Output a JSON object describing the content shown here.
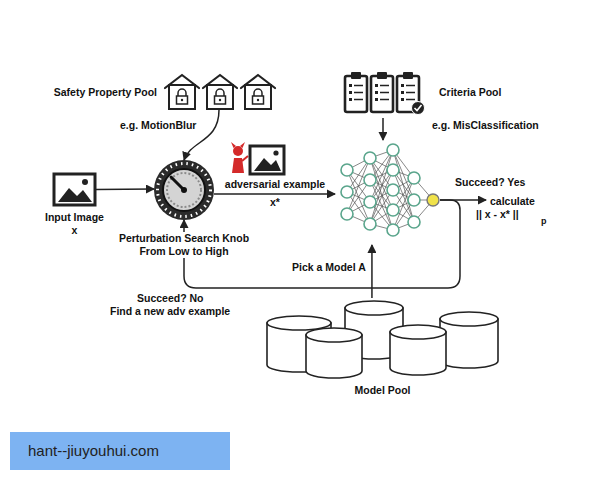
{
  "diagram": {
    "nodes": [
      {
        "text": [
          "Safety Property Pool"
        ]
      },
      {
        "text": [
          "Criteria Pool"
        ]
      },
      {
        "text": [
          "Input Image",
          "x"
        ]
      },
      {
        "text": [
          "Perturbation Search Knob From Low to High"
        ]
      },
      {
        "text": []
      },
      {
        "text": [
          "Model Pool"
        ]
      },
      {
        "text": [
          "hant--jiuyouhui.com"
        ]
      }
    ],
    "edges": [
      {
        "from": 0,
        "to": 3,
        "label": "e.g. MotionBlur",
        "arrow": "to"
      },
      {
        "from": 2,
        "to": 3,
        "arrow": "to"
      },
      {
        "from": 3,
        "to": 4,
        "label": "adversarial example x*",
        "arrow": "to"
      },
      {
        "from": 1,
        "to": 4,
        "label": "e.g. MisClassification",
        "arrow": "to"
      },
      {
        "from": 5,
        "to": 4,
        "label": "Pick a Model A",
        "arrow": "to"
      },
      {
        "from": 4,
        "to": 3,
        "label": "Succeed? No",
        "arrow": "to"
      }
    ],
    "labels": [
      "Succeed? Yes",
      "calculate",
      "|| x - x* ||",
      "p",
      "Find a new adv example"
    ]
  }
}
